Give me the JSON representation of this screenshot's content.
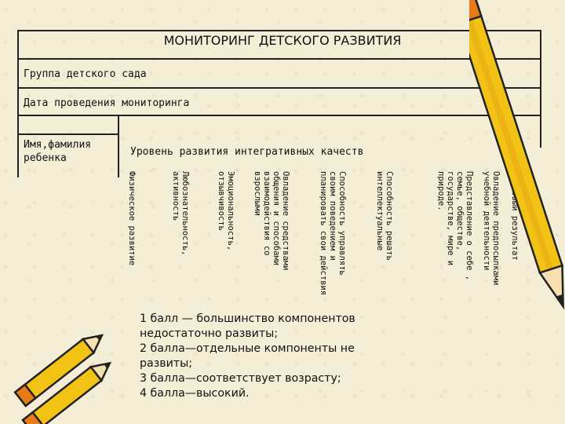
{
  "title": "МОНИТОРИНГ ДЕТСКОГО РАЗВИТИЯ",
  "group_label": "Группа детского сада",
  "date_label": "Дата проведения мониторинга",
  "child_label": "Имя,фамилия ребенка",
  "qualities_label": "Уровень развития интегративных качеств",
  "columns": [
    "Итоговый результат",
    "Овладение предпосылками учебной деятельности",
    "Представление о себе , семье, обществе, государстве, мире и природе.",
    "Способность решать интеллектуальные",
    "Способность управлять своим поведением и планировать свои действия",
    "Овладение средствами общения и способами взаимодействия со взрослыми",
    "Эмоциональность, отзывчивость",
    "Любознательность, активность",
    "Физическое развитие"
  ],
  "legend": [
    "1 балл — большинство компонентов недостаточно развиты;",
    "2 балла—отдельные компоненты не развиты;",
    "3 балла—соответствует возрасту;",
    "4 балла—высокий."
  ],
  "colors": {
    "pencil_yellow": "#f2c215",
    "pencil_orange": "#e87a1a",
    "paper": "#f4eed6"
  }
}
